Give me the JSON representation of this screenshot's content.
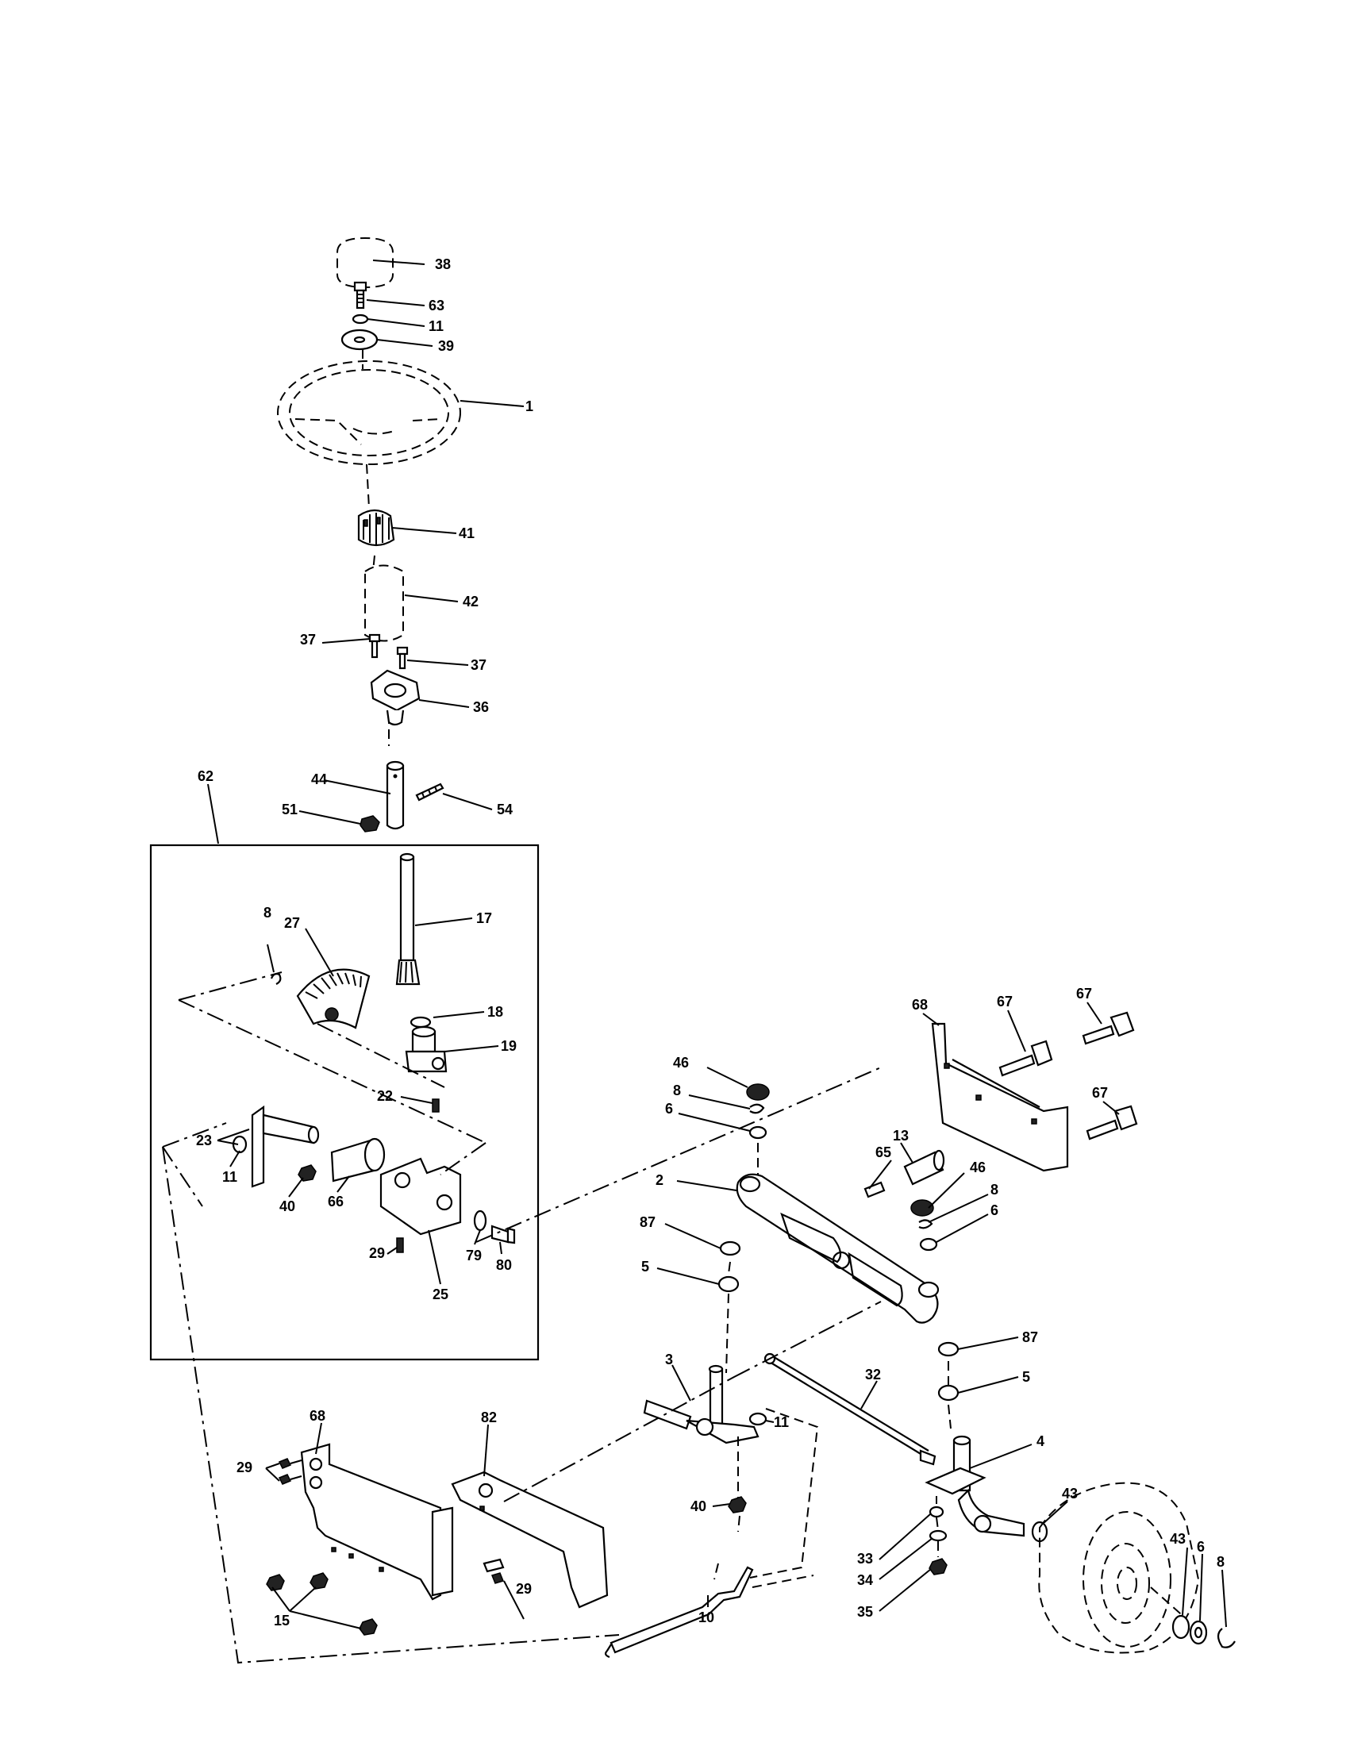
{
  "callouts": [
    {
      "id": "38",
      "label": "38"
    },
    {
      "id": "63",
      "label": "63"
    },
    {
      "id": "11a",
      "label": "11"
    },
    {
      "id": "39",
      "label": "39"
    },
    {
      "id": "1",
      "label": "1"
    },
    {
      "id": "41",
      "label": "41"
    },
    {
      "id": "42",
      "label": "42"
    },
    {
      "id": "37a",
      "label": "37"
    },
    {
      "id": "37b",
      "label": "37"
    },
    {
      "id": "36",
      "label": "36"
    },
    {
      "id": "62",
      "label": "62"
    },
    {
      "id": "44",
      "label": "44"
    },
    {
      "id": "51",
      "label": "51"
    },
    {
      "id": "54",
      "label": "54"
    },
    {
      "id": "17",
      "label": "17"
    },
    {
      "id": "8a",
      "label": "8"
    },
    {
      "id": "27",
      "label": "27"
    },
    {
      "id": "18",
      "label": "18"
    },
    {
      "id": "19",
      "label": "19"
    },
    {
      "id": "22",
      "label": "22"
    },
    {
      "id": "23",
      "label": "23"
    },
    {
      "id": "11b",
      "label": "11"
    },
    {
      "id": "40a",
      "label": "40"
    },
    {
      "id": "66",
      "label": "66"
    },
    {
      "id": "29a",
      "label": "29"
    },
    {
      "id": "79",
      "label": "79"
    },
    {
      "id": "80",
      "label": "80"
    },
    {
      "id": "25",
      "label": "25"
    },
    {
      "id": "68a",
      "label": "68"
    },
    {
      "id": "67a",
      "label": "67"
    },
    {
      "id": "67b",
      "label": "67"
    },
    {
      "id": "67c",
      "label": "67"
    },
    {
      "id": "46a",
      "label": "46"
    },
    {
      "id": "8b",
      "label": "8"
    },
    {
      "id": "6a",
      "label": "6"
    },
    {
      "id": "13",
      "label": "13"
    },
    {
      "id": "65",
      "label": "65"
    },
    {
      "id": "46b",
      "label": "46"
    },
    {
      "id": "8c",
      "label": "8"
    },
    {
      "id": "6b",
      "label": "6"
    },
    {
      "id": "2",
      "label": "2"
    },
    {
      "id": "87a",
      "label": "87"
    },
    {
      "id": "5a",
      "label": "5"
    },
    {
      "id": "87b",
      "label": "87"
    },
    {
      "id": "5b",
      "label": "5"
    },
    {
      "id": "3",
      "label": "3"
    },
    {
      "id": "11c",
      "label": "11"
    },
    {
      "id": "32",
      "label": "32"
    },
    {
      "id": "4",
      "label": "4"
    },
    {
      "id": "43a",
      "label": "43"
    },
    {
      "id": "68b",
      "label": "68"
    },
    {
      "id": "29b",
      "label": "29"
    },
    {
      "id": "82",
      "label": "82"
    },
    {
      "id": "40b",
      "label": "40"
    },
    {
      "id": "33",
      "label": "33"
    },
    {
      "id": "34",
      "label": "34"
    },
    {
      "id": "35",
      "label": "35"
    },
    {
      "id": "43b",
      "label": "43"
    },
    {
      "id": "6c",
      "label": "6"
    },
    {
      "id": "8d",
      "label": "8"
    },
    {
      "id": "29c",
      "label": "29"
    },
    {
      "id": "15",
      "label": "15"
    },
    {
      "id": "10",
      "label": "10"
    }
  ]
}
